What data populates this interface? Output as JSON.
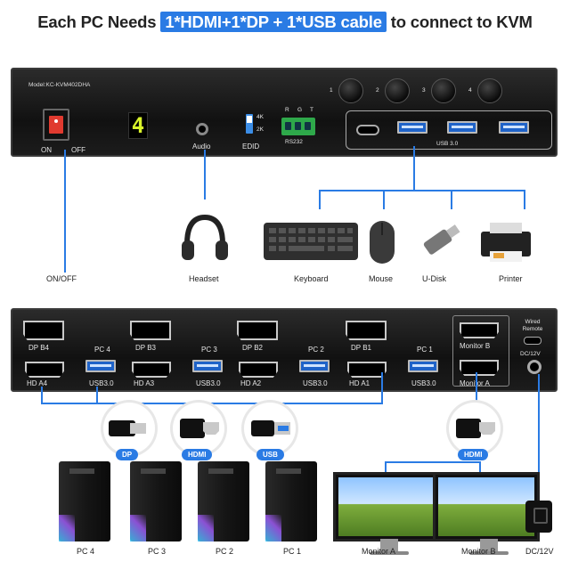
{
  "headline": {
    "prefix": "Each PC Needs",
    "highlight": "1*HDMI+1*DP + 1*USB cable",
    "suffix": "to connect to KVM"
  },
  "front_panel": {
    "model": "Model:KC-KVM402DHA",
    "power": {
      "on": "ON",
      "off": "OFF"
    },
    "display_digit": "4",
    "audio_label": "Audio",
    "edid": {
      "label": "EDID",
      "opt_4k": "4K",
      "opt_2k": "2K"
    },
    "rs232": {
      "label": "RS232",
      "pins": [
        "R",
        "G",
        "T"
      ]
    },
    "buttons": [
      "1",
      "2",
      "3",
      "4"
    ],
    "usb_label": "USB 3.0"
  },
  "peripherals": {
    "onoff": "ON/OFF",
    "headset": "Headset",
    "keyboard": "Keyboard",
    "mouse": "Mouse",
    "udisk": "U-Disk",
    "printer": "Printer"
  },
  "rear_panel": {
    "groups": [
      {
        "dp": "DP  B4",
        "pc": "PC 4",
        "hd": "HD A4",
        "usb": "USB3.0"
      },
      {
        "dp": "DP  B3",
        "pc": "PC 3",
        "hd": "HD A3",
        "usb": "USB3.0"
      },
      {
        "dp": "DP  B2",
        "pc": "PC 2",
        "hd": "HD A2",
        "usb": "USB3.0"
      },
      {
        "dp": "DP  B1",
        "pc": "PC 1",
        "hd": "HD A1",
        "usb": "USB3.0"
      }
    ],
    "monitor_b": "Monitor B",
    "monitor_a": "Monitor A",
    "wired_remote": "Wired Remote",
    "dc": "DC/12V"
  },
  "cables": {
    "dp": "DP",
    "hdmi": "HDMI",
    "usb": "USB",
    "hdmi_monitor": "HDMI"
  },
  "bottom": {
    "pcs": [
      "PC 4",
      "PC 3",
      "PC 2",
      "PC 1"
    ],
    "monitor_a": "Monitor A",
    "monitor_b": "Monitor B",
    "dc": "DC/12V"
  }
}
